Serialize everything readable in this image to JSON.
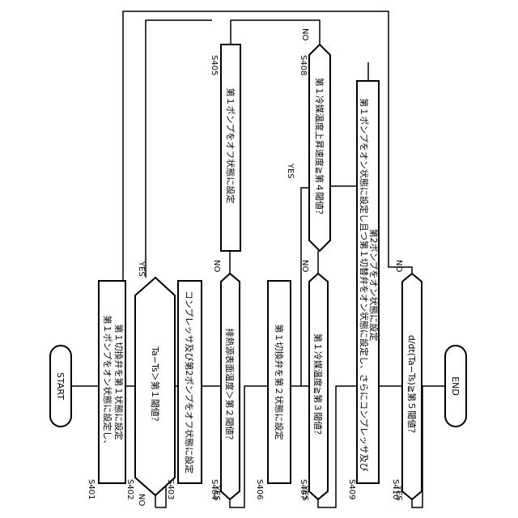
{
  "steps": {
    "start": "START",
    "end": "END",
    "s401": {
      "id": "S401",
      "lines": [
        "第１ポンプをオン状態に設定し、",
        "第１切換弁を第１状態に設定"
      ]
    },
    "s402": {
      "id": "S402",
      "text": "Ta−Ts＞第１閾値？"
    },
    "s403": {
      "id": "S403",
      "text": "コンプレッサ及び第2ポンプをオフ状態に設定"
    },
    "s404": {
      "id": "S404",
      "text": "排熱源表面温度＞第２閾値？"
    },
    "s405": {
      "id": "S405",
      "text": "第１ポンプをオフ状態に設定"
    },
    "s406": {
      "id": "S406",
      "text": "第１切換弁を第２状態に設定"
    },
    "s407": {
      "id": "S407",
      "text": "第１冷媒温度≧第３閾値？"
    },
    "s408": {
      "id": "S408",
      "text": "第１冷媒温度上昇速度≧第４閾値？"
    },
    "s409": {
      "id": "S409",
      "lines": [
        "第１ポンプをオン状態に設定し且つ第１切替弁をオン状態に設定し、さらにコンプレッサ及び",
        "第2ポンプをオン状態に設定"
      ]
    },
    "s410": {
      "id": "S410",
      "text": "d/dt(Ta−Ts)≧第５閾値？"
    }
  },
  "branch": {
    "yes": "YES",
    "no": "NO"
  }
}
